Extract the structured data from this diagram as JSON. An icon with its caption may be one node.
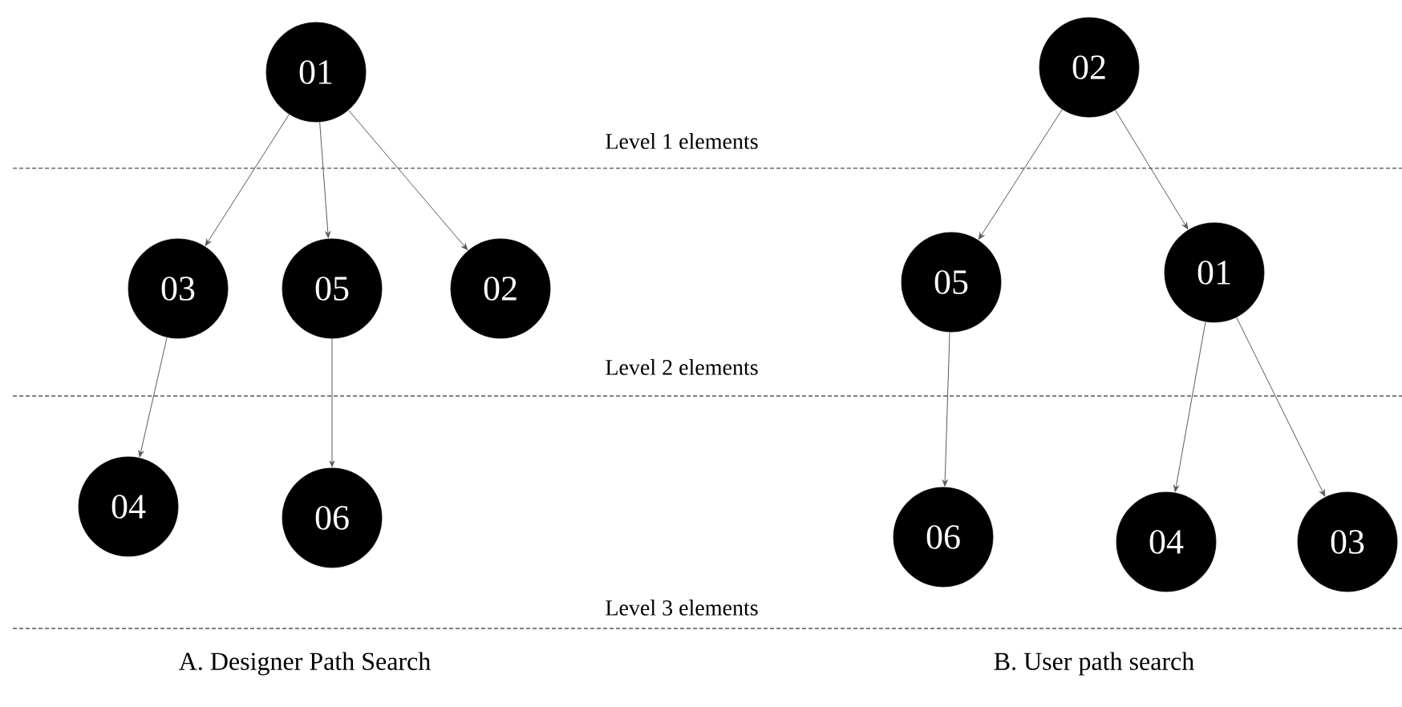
{
  "diagram": {
    "nodes": [
      {
        "text": [
          "01"
        ]
      },
      {
        "text": [
          "03"
        ]
      },
      {
        "text": [
          "05"
        ]
      },
      {
        "text": [
          "02"
        ]
      },
      {
        "text": [
          "04"
        ]
      },
      {
        "text": [
          "06"
        ]
      },
      {
        "text": [
          "02"
        ]
      },
      {
        "text": [
          "05"
        ]
      },
      {
        "text": [
          "01"
        ]
      },
      {
        "text": [
          "06"
        ]
      },
      {
        "text": [
          "04"
        ]
      },
      {
        "text": [
          "03"
        ]
      }
    ],
    "edges": [
      {
        "from": 0,
        "to": 1,
        "arrow": "to"
      },
      {
        "from": 0,
        "to": 2,
        "arrow": "to"
      },
      {
        "from": 0,
        "to": 3,
        "arrow": "to"
      },
      {
        "from": 1,
        "to": 4,
        "arrow": "to"
      },
      {
        "from": 2,
        "to": 5,
        "arrow": "to"
      },
      {
        "from": 6,
        "to": 7,
        "arrow": "to"
      },
      {
        "from": 6,
        "to": 8,
        "arrow": "to"
      },
      {
        "from": 7,
        "to": 9,
        "arrow": "to"
      },
      {
        "from": 8,
        "to": 10,
        "arrow": "to"
      },
      {
        "from": 8,
        "to": 11,
        "arrow": "to"
      }
    ],
    "labels": [
      "Level 1 elements",
      "Level 2 elements",
      "Level 3 elements",
      "A. Designer Path Search",
      "B. User path search"
    ]
  }
}
